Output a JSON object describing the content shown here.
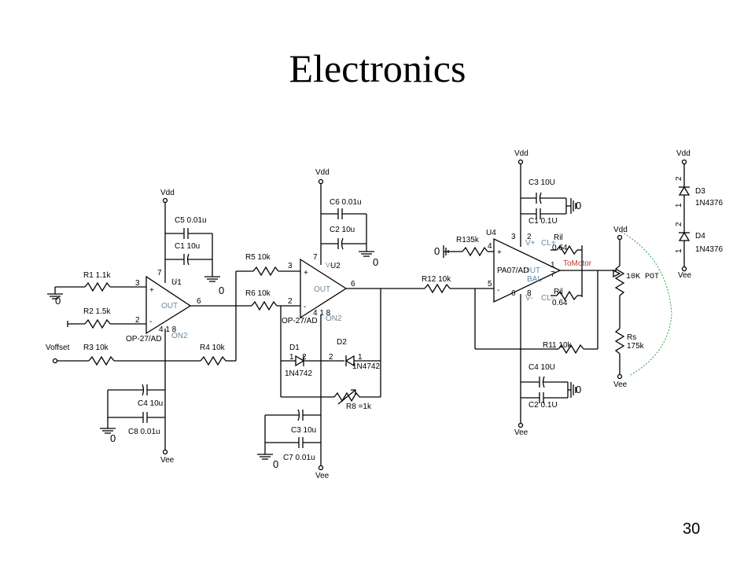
{
  "slide": {
    "title": "Electronics",
    "page_number": "30"
  },
  "labels": {
    "vdd": "Vdd",
    "vee": "Vee",
    "zero": "0",
    "voffset": "Voffset",
    "r1": "R1 1.1k",
    "r2": "R2 1.5k",
    "r3": "R3 10k",
    "r4": "R4 10k",
    "r5": "R5 10k",
    "r6": "R6 10k",
    "r8": "R8 =1k",
    "r12": "R12 10k",
    "r13": "R135k",
    "r11": "R11 10k",
    "rs": "Rs",
    "rs_val": "175k",
    "pot": "10K POT",
    "c5": "C5 0.01u",
    "c1a": "C1 10u",
    "c4a": "C4 10u",
    "c8": "C8 0.01u",
    "c6": "C6 0.01u",
    "c2a": "C2 10u",
    "c3a": "C3 10u",
    "c7": "C7 0.01u",
    "c3b": "C3 10U",
    "c1b": "C1 0.1U",
    "c4b": "C4 10U",
    "c2b": "C2 0.1U",
    "u1": "U1",
    "u2": "U2",
    "u4": "U4",
    "op27": "OP-27/AD",
    "pa07": "PA07/AD",
    "out": "OUT",
    "v_plus": "V+",
    "v_minus": "V-",
    "cl_plus": "CL+",
    "cl_minus": "CL-",
    "bal": "BAL",
    "ril": "Ril",
    "ril_val": "0.64",
    "tomotor": "ToMotor",
    "d1": "D1",
    "d2": "D2",
    "d3": "D3",
    "d4": "D4",
    "zener": "1N4742",
    "d_1n4376": "1N4376",
    "on2": "ON2",
    "pin1": "1",
    "pin2": "2",
    "pin3": "3",
    "pin4": "4",
    "pin5": "5",
    "pin6": "6",
    "pin7": "7",
    "pin8": "8",
    "plus": "+",
    "minus": "-",
    "pin_18": "1 8",
    "pin_41_8": "4 1 8"
  }
}
